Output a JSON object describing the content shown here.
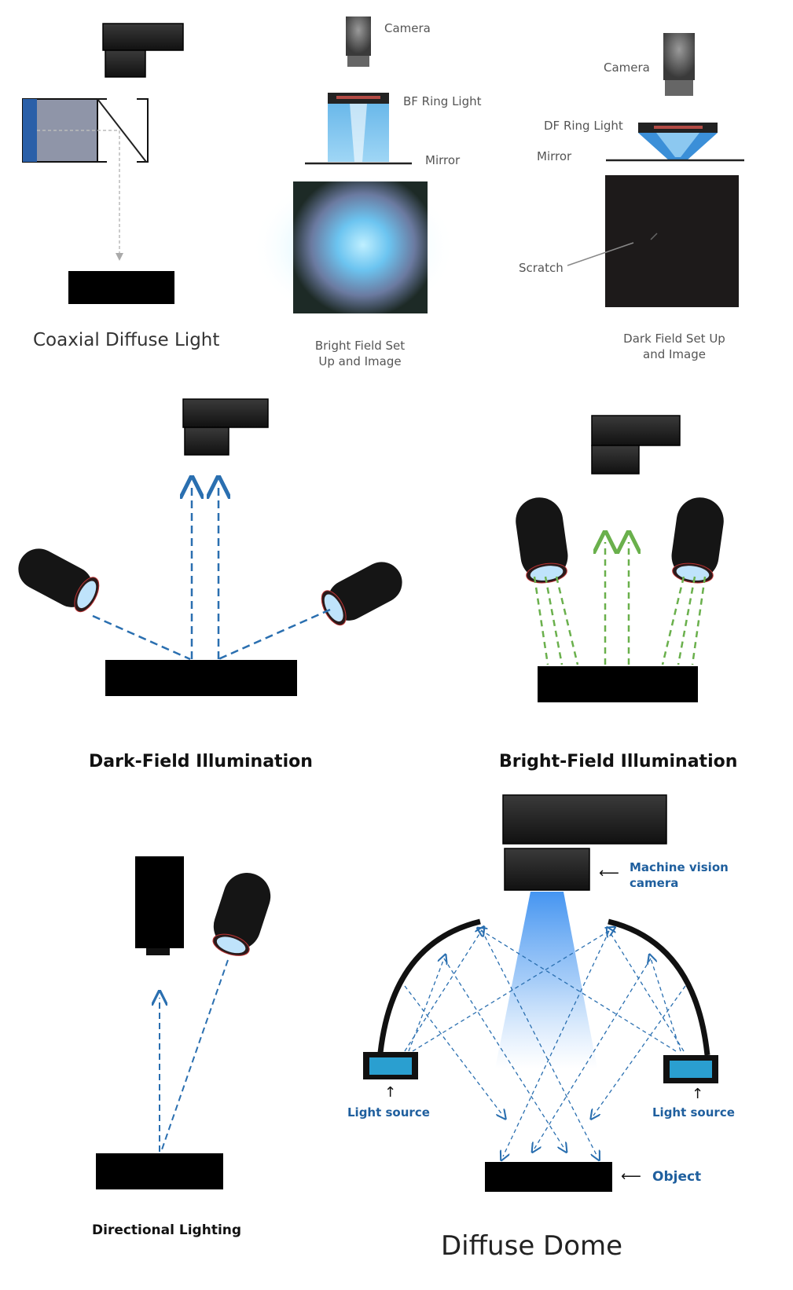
{
  "coaxial": {
    "title": "Coaxial Diffuse Light"
  },
  "bright_field_setup": {
    "camera": "Camera",
    "ring_light": "BF Ring Light",
    "mirror": "Mirror",
    "caption_line1": "Bright Field Set",
    "caption_line2": "Up and Image"
  },
  "dark_field_setup": {
    "camera": "Camera",
    "ring_light": "DF Ring Light",
    "mirror": "Mirror",
    "scratch": "Scratch",
    "caption_line1": "Dark Field Set Up",
    "caption_line2": "and Image"
  },
  "dark_field_illumination": {
    "title": "Dark-Field Illumination"
  },
  "bright_field_illumination": {
    "title": "Bright-Field Illumination"
  },
  "directional": {
    "title": "Directional Lighting"
  },
  "diffuse_dome": {
    "title": "Diffuse Dome",
    "camera_label_line1": "Machine vision",
    "camera_label_line2": "camera",
    "light_source_left": "Light source",
    "light_source_right": "Light source",
    "object": "Object",
    "arrow_left": "⟵",
    "arrow_up": "↑"
  },
  "colors": {
    "blue_ray": "#2a6fb0",
    "green_ray": "#6ab04c",
    "label_blue": "#1f5f9e",
    "panel_blue": "#2a9fd0"
  }
}
